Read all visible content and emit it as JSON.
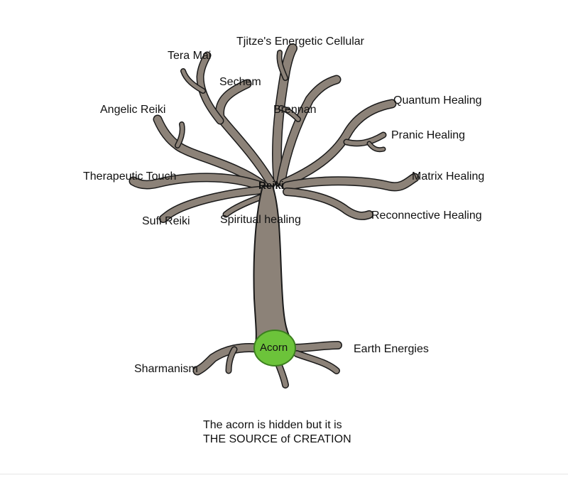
{
  "diagram": {
    "center": "Reiki",
    "root_node": "Acorn",
    "branches": [
      "Tjitze's Energetic Cellular",
      "Tera Mai",
      "Sechem",
      "Angelic Reiki",
      "Brennan",
      "Quantum Healing",
      "Pranic Healing",
      "Therapeutic Touch",
      "Matrix Healing",
      "Sufi Reiki",
      "Spiritual healing",
      "Reconnective Healing"
    ],
    "roots": [
      "Sharmanism",
      "Earth Energies"
    ],
    "caption": {
      "line1": "The acorn is hidden but it is",
      "line2": "THE SOURCE of CREATION"
    },
    "colors": {
      "trunk_fill": "#8c8278",
      "outline": "#1a1a1a",
      "acorn_fill": "#6cc33a",
      "acorn_stroke": "#3c7f1f"
    }
  }
}
